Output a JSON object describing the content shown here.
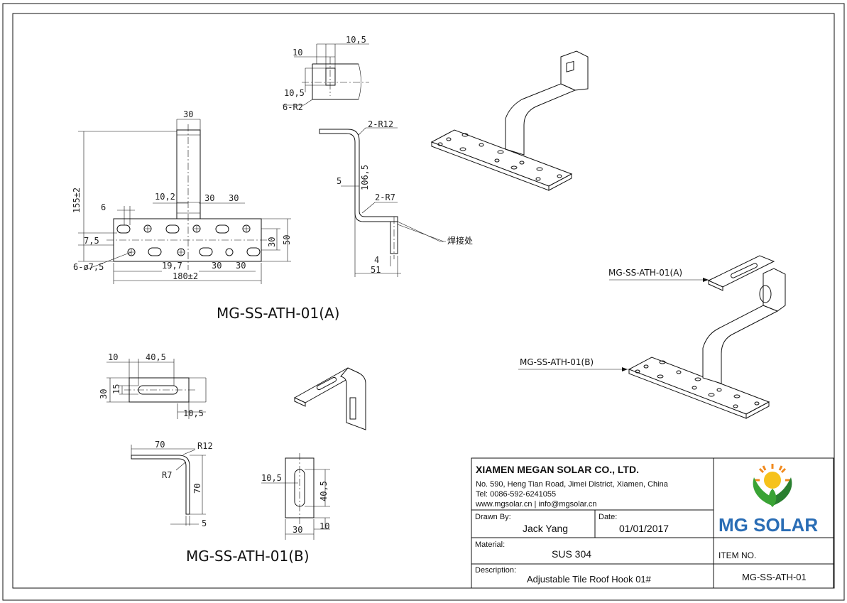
{
  "views": {
    "title_a": "MG-SS-ATH-01(A)",
    "title_b": "MG-SS-ATH-01(B)",
    "weld_note": "焊接处",
    "callout_a": "MG-SS-ATH-01(A)",
    "callout_b": "MG-SS-ATH-01(B)"
  },
  "dimensions": {
    "detail_10": "10",
    "detail_10_5": "10,5",
    "detail_10_5_side": "10,5",
    "detail_6_r2": "6-R2",
    "front_30": "30",
    "front_155": "155±2",
    "front_6": "6",
    "front_7_5": "7,5",
    "front_10_2": "10,2",
    "front_30_a": "30",
    "front_30_b": "30",
    "front_30_h": "30",
    "front_50": "50",
    "front_hole": "6-ø7,5",
    "front_19_7": "19,7",
    "front_30_c": "30",
    "front_30_d": "30",
    "front_180": "180±2",
    "side_2_r12": "2-R12",
    "side_5": "5",
    "side_106_5": "106,5",
    "side_2_r7": "2-R7",
    "side_4": "4",
    "side_51": "51",
    "b_10": "10",
    "b_40_5": "40,5",
    "b_30": "30",
    "b_15": "15",
    "b_10_5": "10,5",
    "b_70_h": "70",
    "b_r12": "R12",
    "b_r7": "R7",
    "b_70_v": "70",
    "b_5": "5",
    "b_10_5_end": "10,5",
    "b_40_5_end": "40,5",
    "b_30_end": "30",
    "b_10_end": "10"
  },
  "title_block": {
    "company": "XIAMEN MEGAN SOLAR CO., LTD.",
    "address": "No. 590, Heng Tian Road, Jimei District, Xiamen, China",
    "tel": "Tel: 0086-592-6241055",
    "web": "www.mgsolar.cn | info@mgsolar.cn",
    "drawn_by_label": "Drawn By:",
    "drawn_by": "Jack Yang",
    "date_label": "Date:",
    "date": "01/01/2017",
    "material_label": "Material:",
    "material": "SUS 304",
    "description_label": "Description:",
    "description": "Adjustable Tile Roof Hook 01#",
    "logo_text": "MG SOLAR",
    "item_no_label": "ITEM NO.",
    "item_no": "MG-SS-ATH-01"
  },
  "colors": {
    "logo_blue": "#2a6db5",
    "sun_orange": "#f18a1e",
    "sun_yellow": "#f6c21b",
    "leaf_green": "#3aa335",
    "leaf_dark": "#2a7f30"
  }
}
